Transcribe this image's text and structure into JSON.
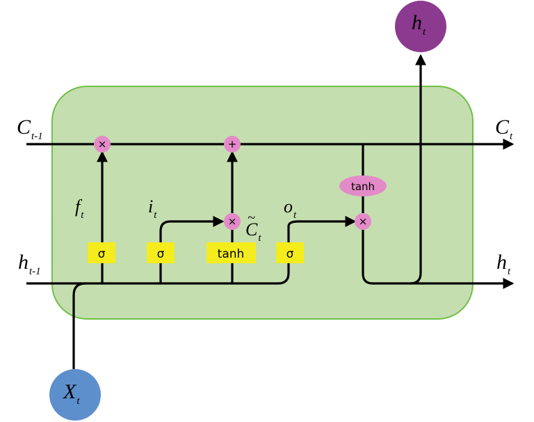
{
  "colors": {
    "cell_fill": "#c5deb0",
    "cell_stroke": "#6fbf45",
    "gate_fill": "#f4ec1c",
    "op_fill": "#e38bc8",
    "output_node_fill": "#8b3a8f",
    "input_node_fill": "#5d8fcc",
    "line": "#000000"
  },
  "gates": {
    "forget": "σ",
    "input": "σ",
    "candidate": "tanh",
    "output": "σ"
  },
  "ops": {
    "forget_mult": "×",
    "cell_add": "+",
    "input_mult": "×",
    "output_tanh": "tanh",
    "output_mult": "×"
  },
  "labels": {
    "c_prev": {
      "base": "C",
      "sub": "t-1"
    },
    "c_next": {
      "base": "C",
      "sub": "t"
    },
    "h_prev": {
      "base": "h",
      "sub": "t-1"
    },
    "h_next": {
      "base": "h",
      "sub": "t"
    },
    "h_out": {
      "base": "h",
      "sub": "t"
    },
    "x_in": {
      "base": "X",
      "sub": "t"
    },
    "f": {
      "base": "f",
      "sub": "t"
    },
    "i": {
      "base": "i",
      "sub": "t"
    },
    "c_tilde": {
      "base": "C",
      "sub": "t",
      "accent": "~"
    },
    "o": {
      "base": "o",
      "sub": "t"
    }
  }
}
